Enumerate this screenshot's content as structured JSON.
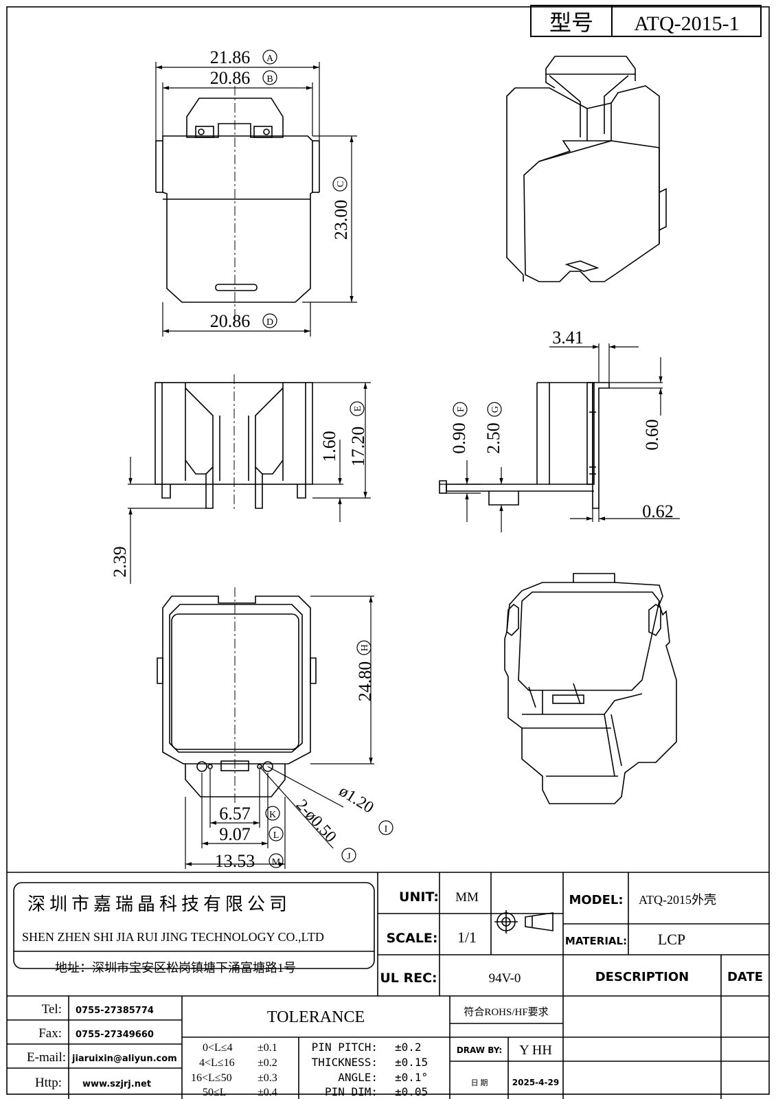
{
  "title_block": {
    "label_model_cn": "型号",
    "model": "ATQ-2015-1"
  },
  "dimensions": {
    "A": "21.86",
    "A_mark": "A",
    "B": "20.86",
    "B_mark": "B",
    "C": "23.00",
    "C_mark": "C",
    "D": "20.86",
    "D_mark": "D",
    "E": "17.20",
    "E_mark": "E",
    "E_inner": "1.60",
    "pin_len": "2.39",
    "F": "0.90",
    "F_mark": "F",
    "G": "2.50",
    "G_mark": "G",
    "side_w": "3.41",
    "side_h": "0.60",
    "side_t": "0.62",
    "H": "24.80",
    "H_mark": "H",
    "I": "ø1.20",
    "I_mark": "I",
    "J": "2-ø0.50",
    "J_mark": "J",
    "K": "6.57",
    "K_mark": "K",
    "L": "9.07",
    "L_mark": "L",
    "M": "13.53",
    "M_mark": "M"
  },
  "company": {
    "name_cn": "深圳市嘉瑞晶科技有限公司",
    "name_en": "SHEN ZHEN SHI   JIA RUI JING   TECHNOLOGY CO.,LTD",
    "address": "地址：深圳市宝安区松岗镇塘下涌富塘路1号"
  },
  "spec": {
    "unit_label": "UNIT:",
    "unit": "MM",
    "scale_label": "SCALE:",
    "scale": "1/1",
    "ul_label": "UL REC:",
    "ul": "94V-0",
    "model_label": "MODEL:",
    "model": "ATQ-2015外壳",
    "material_label": "MATERIAL:",
    "material": "LCP",
    "description_label": "DESCRIPTION",
    "date_label": "DATE"
  },
  "contact": {
    "tel_label": "Tel:",
    "tel": "0755-27385774",
    "fax_label": "Fax:",
    "fax": "0755-27349660",
    "email_label": "E-mail:",
    "email": "jiaruixin@aliyun.com",
    "http_label": "Http:",
    "http": "www.szjrj.net"
  },
  "tolerance": {
    "title": "TOLERANCE",
    "rows": [
      {
        "range": "0<L≤4",
        "tol": "±0.1",
        "name": "PIN PITCH:",
        "val": "±0.2"
      },
      {
        "range": "4<L≤16",
        "tol": "±0.2",
        "name": "THICKNESS:",
        "val": "±0.15"
      },
      {
        "range": "16<L≤50",
        "tol": "±0.3",
        "name": "ANGLE:",
        "val": "±0.1°"
      },
      {
        "range": "50≤L",
        "tol": "±0.4",
        "name": "PIN DIM:",
        "val": "±0.05"
      }
    ],
    "rohs": "符合ROHS/HF要求"
  },
  "draw": {
    "by_label": "DRAW BY:",
    "by": "Y HH",
    "date_label": "日 期",
    "date": "2025-4-29"
  }
}
